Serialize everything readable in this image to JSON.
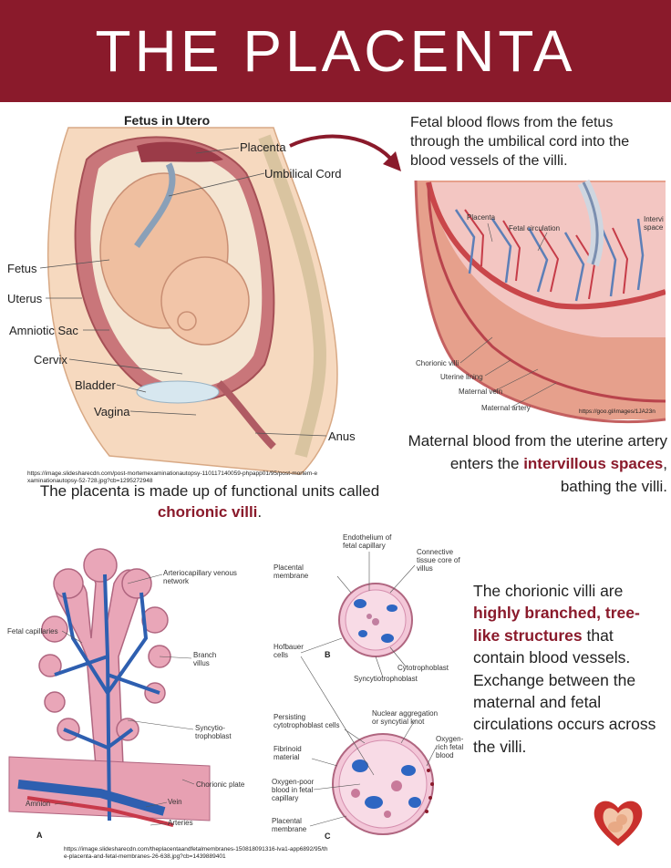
{
  "title": "THE PLACENTA",
  "colors": {
    "brand": "#8a1a2b",
    "vein": "#3b6fb6",
    "artery": "#c8394a",
    "tissue": "#e9a6b8"
  },
  "fetus_diagram": {
    "heading": "Fetus in Utero",
    "labels": {
      "placenta": "Placenta",
      "umbilical_cord": "Umbilical Cord",
      "fetus": "Fetus",
      "uterus": "Uterus",
      "amniotic_sac": "Amniotic Sac",
      "cervix": "Cervix",
      "bladder": "Bladder",
      "vagina": "Vagina",
      "anus": "Anus"
    },
    "source": "https://image.slidesharecdn.com/post-mortemexaminationautopsy-110117140059-phpapp01/95/post-mortem-examinationautopsy-52-728.jpg?cb=1295272948"
  },
  "fetal_flow_text": "Fetal blood flows from the fetus through the umbilical cord into the blood vessels of the villi.",
  "placenta_section": {
    "labels": {
      "placenta": "Placenta",
      "fetal_circulation": "Fetal circulation",
      "intervillous": "Intervi space",
      "chorionic_villi": "Chorionic villi",
      "uterine_lining": "Uterine lining",
      "maternal_vein": "Maternal vein",
      "maternal_artery": "Maternal artery"
    },
    "source": "https://goo.gl/images/1JA23n"
  },
  "maternal_text": {
    "part1": "Maternal blood from the uterine artery enters the",
    "highlight": "intervillous spaces",
    "part2": ", bathing the villi."
  },
  "functional_units_text": {
    "part1": "The placenta is made up of functional units called",
    "highlight": "chorionic villi",
    "part2": "."
  },
  "villus_diagram": {
    "labels": {
      "arteriocapillary": "Arteriocapillary venous network",
      "fetal_capillaries": "Fetal capillaries",
      "branch_villus": "Branch villus",
      "syncytiotrophoblast": "Syncytio- trophoblast",
      "chorionic_plate": "Chorionic plate",
      "amnion": "Amnion",
      "vein": "Vein",
      "arteries": "Arteries",
      "panel_a": "A"
    }
  },
  "cross_section": {
    "labels": {
      "endothelium": "Endothelium of fetal capillary",
      "placental_membrane_b": "Placental membrane",
      "connective_tissue": "Connective tissue core of villus",
      "hofbauer": "Hofbauer cells",
      "panel_b": "B",
      "cytotrophoblast": "Cytotrophoblast",
      "syncytiotrophoblast_b": "Syncytiotrophoblast",
      "persisting": "Persisting cytotrophoblast cells",
      "nuclear_aggregation": "Nuclear aggregation or syncytial knot",
      "fibrinoid": "Fibrinoid material",
      "oxygen_rich": "Oxygen- rich fetal blood",
      "oxygen_poor": "Oxygen-poor blood in fetal capillary",
      "placental_membrane_c": "Placental membrane",
      "panel_c": "C"
    },
    "source": "https://image.slidesharecdn.com/theplacentaandfetalmembranes-150818091316-lva1-app6892/95/the-placenta-and-fetal-membranes-26-638.jpg?cb=1439889401"
  },
  "villi_text": {
    "part1": "The chorionic villi are",
    "highlight": "highly branched, tree-like structures",
    "part2": "that contain blood vessels. Exchange between the maternal and fetal circulations occurs across the villi."
  }
}
